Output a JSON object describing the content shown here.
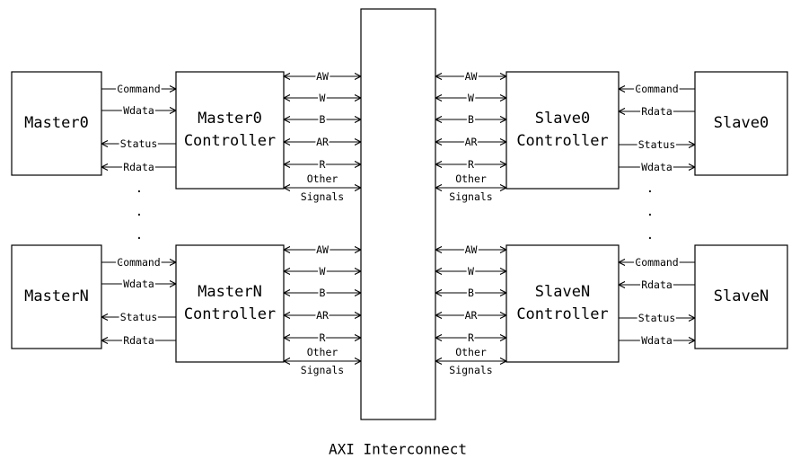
{
  "masters": [
    {
      "name": "Master0",
      "controller": [
        "Master0",
        "Controller"
      ]
    },
    {
      "name": "MasterN",
      "controller": [
        "MasterN",
        "Controller"
      ]
    }
  ],
  "slaves": [
    {
      "name": "Slave0",
      "controller": [
        "Slave0",
        "Controller"
      ]
    },
    {
      "name": "SlaveN",
      "controller": [
        "SlaveN",
        "Controller"
      ]
    }
  ],
  "master_signals": [
    "Command",
    "Wdata",
    "Status",
    "Rdata"
  ],
  "slave_signals": [
    "Command",
    "Rdata",
    "Status",
    "Wdata"
  ],
  "bus_channels": [
    "AW",
    "W",
    "B",
    "AR",
    "R"
  ],
  "other_signals": [
    "Other",
    "Signals"
  ],
  "ellipsis": ".",
  "interconnect_label": "AXI Interconnect",
  "colors": {
    "line": "#000000",
    "background": "#ffffff",
    "wdata_text": "#555555"
  }
}
